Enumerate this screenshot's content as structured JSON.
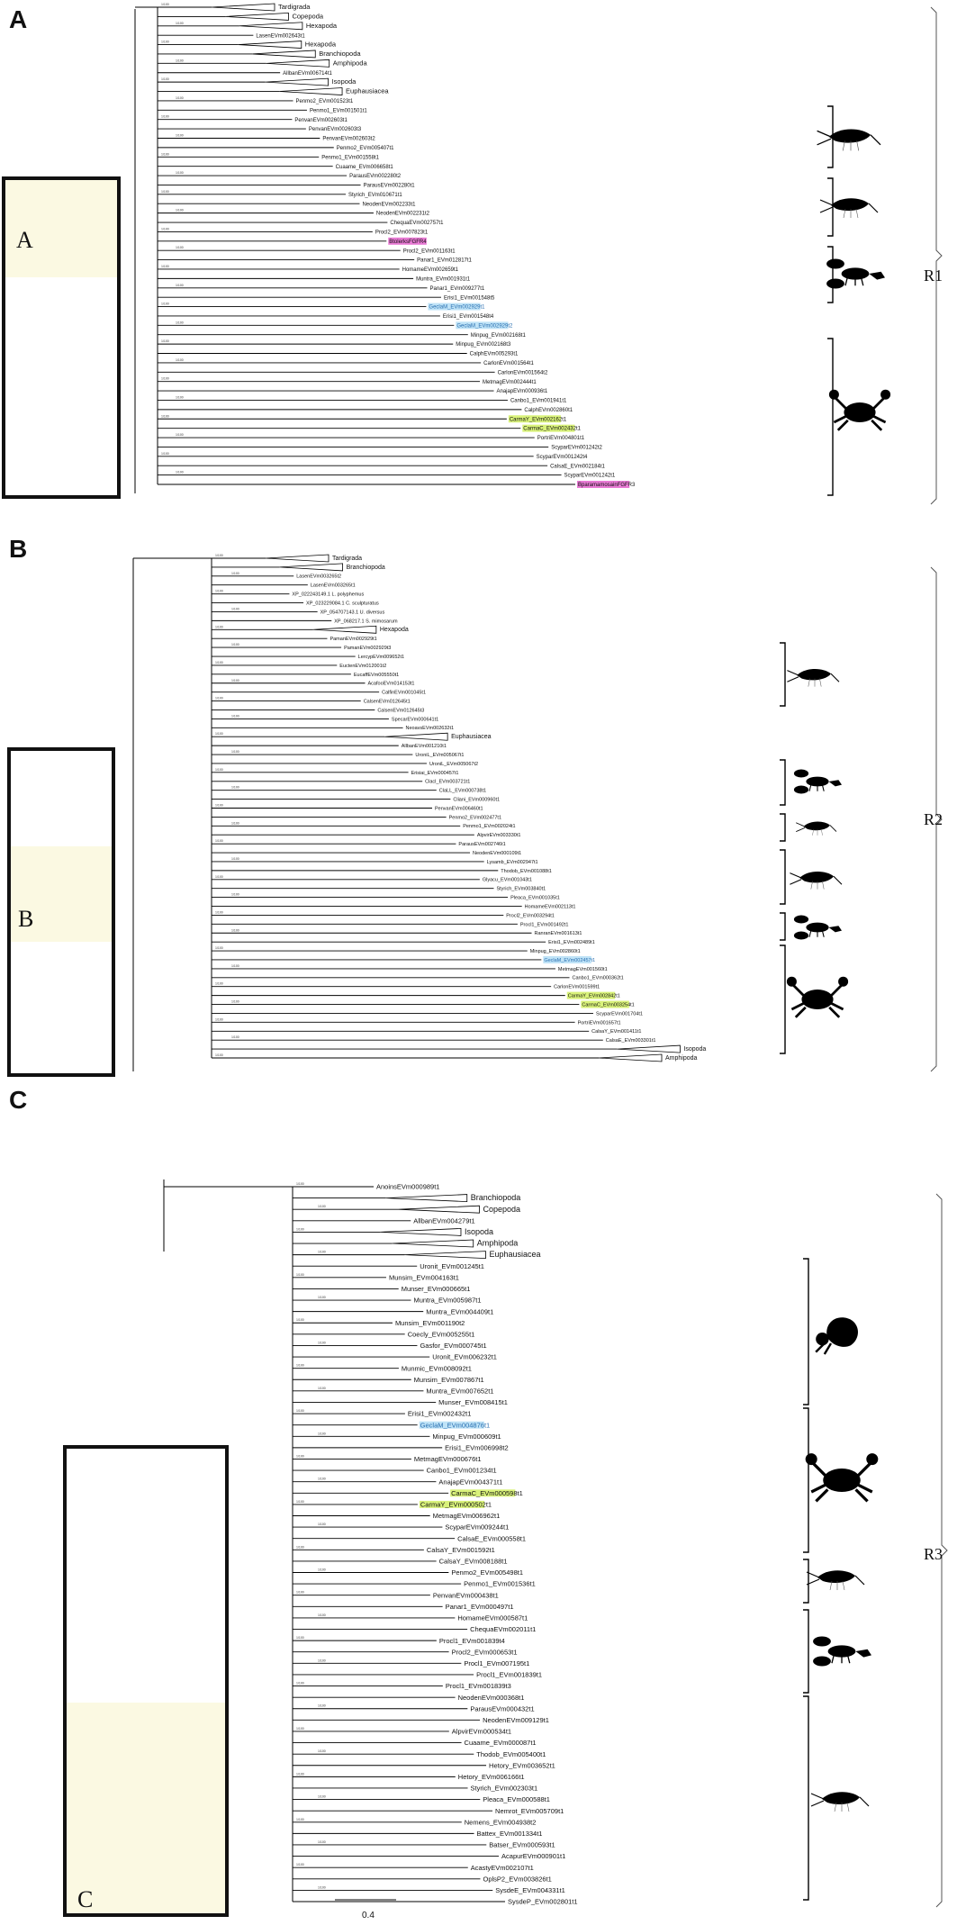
{
  "panels": {
    "a": {
      "letter": "A",
      "region": "R1",
      "thumb_letter": "A",
      "tips": [
        "Tardigrada",
        "Copepoda",
        "Hexapoda",
        "LasenEVm002643t1",
        "Hexapoda",
        "Branchiopoda",
        "Amphipoda",
        "AllbanEVm006714t1",
        "Isopoda",
        "Euphausiacea",
        "Penmo2_EVm001523t1",
        "Penmo1_EVm001501t1",
        "PenvanEVm002603t1",
        "PenvanEVm002603t3",
        "PenvanEVm002603t2",
        "Penmo2_EVm005407t1",
        "Penmo1_EVm001558t1",
        "Cuaame_EVm006658t1",
        "ParausEVm002280t2",
        "ParausEVm002280t1",
        "Styrich_EVm010671t1",
        "NeodenEVm002233t1",
        "NeodenEVm002231t2",
        "ChequaEVm002757t1",
        "Procl2_EVm007823t1",
        "BtolerksFGFR4",
        "Procl2_EVm001163t1",
        "Panar1_EVm012817t1",
        "HomameEVm002659t1",
        "Muntra_EVm001931t1",
        "Panar1_EVm009277t1",
        "Erisi1_EVm001548t5",
        "GeclaM_EVm002929t1",
        "Erisi1_EVm001548t4",
        "GeclaM_EVm002929t2",
        "Minpug_EVm002168t1",
        "Minpug_EVm002168t3",
        "CalphEVm005293t1",
        "CarlonEVm001564t1",
        "CarlonEVm001564t2",
        "MetmagEVm002444t1",
        "AnajapEVm000936t1",
        "Canbo1_EVm001941t1",
        "CalphEVm002860t1",
        "CarmaY_EVm002162t1",
        "CarmaC_EVm002432t1",
        "PortriEVm004801t1",
        "ScyparEVm001242t2",
        "ScyparEVm001242t4",
        "CalsaE_EVm002184t1",
        "ScyparEVm001242t1",
        "BparamamosainFGFR3"
      ]
    },
    "b": {
      "letter": "B",
      "region": "R2",
      "thumb_letter": "B",
      "tips": [
        "Tardigrada",
        "Branchiopoda",
        "LasenEVm003265t2",
        "LasenEVm003265t1",
        "XP_022243149.1 L. polyphemus",
        "XP_023229084.1 C. sculpturatus",
        "XP_054707143.1 U. diversus",
        "XP_068217.1 S. mimosarum",
        "Hexapoda",
        "PamanEVm002929t1",
        "PamanEVm002929t3",
        "LercypEVm009652t1",
        "EuctenEVm012001t2",
        "EucaffEVm005550t1",
        "AcafooEVm014153t1",
        "CalfinEVm001045t1",
        "CalsenEVm012645t1",
        "CalsenEVm012645t3",
        "SpecarEVm000641t1",
        "NeoavsEVm002632t1",
        "Euphausiacea",
        "AllbanEVm001210t1",
        "UroniL_EVm005067t1",
        "UroniL_EVm005067t2",
        "Erisiai_EVm000457t1",
        "Clacl_EVm003721t1",
        "ClaLL_EVm000738t1",
        "Cliani_EVm000960t1",
        "PenvanEVm006460t1",
        "Penmo2_EVm002477t1",
        "Penmo1_EVm002024t1",
        "AlpvirEVm003330t1",
        "ParausEVm002746t1",
        "NeodenEVm000109t1",
        "Lysamb_EVm002947t1",
        "Thodob_EVm001088t1",
        "Glyacu_EVm001043t1",
        "Styrich_EVm003840t1",
        "Pleaca_EVm001035t1",
        "HomameEVm002113t1",
        "Procl2_EVm003294t1",
        "Procl1_EVm001492t1",
        "RanranEVm001613t1",
        "Erisi1_EVm002489t1",
        "Minpug_EVm002860t1",
        "GeclaM_EVm002457t1",
        "MetmagEVm001560t1",
        "Canbo1_EVm000362t1",
        "CarlonEVm001599t1",
        "CarmaY_EVm002842t1",
        "CarmaC_EVm003254t1",
        "ScyparEVm001704t1",
        "PortriEVm001657t1",
        "CalsaY_EVm001411t1",
        "CalsaE_EVm003301t1",
        "Isopoda",
        "Amphipoda"
      ]
    },
    "c": {
      "letter": "C",
      "region": "R3",
      "thumb_letter": "C",
      "tips": [
        "AnoinsEVm000989t1",
        "Branchiopoda",
        "Copepoda",
        "AllbanEVm004279t1",
        "Isopoda",
        "Amphipoda",
        "Euphausiacea",
        "Uronit_EVm001245t1",
        "Munsim_EVm004163t1",
        "Munser_EVm000665t1",
        "Muntra_EVm005987t1",
        "Muntra_EVm004409t1",
        "Munsim_EVm001190t2",
        "Coecly_EVm005255t1",
        "Gasfor_EVm000745t1",
        "Uronit_EVm006232t1",
        "Munmic_EVm008092t1",
        "Munsim_EVm007867t1",
        "Muntra_EVm007652t1",
        "Munser_EVm008415t1",
        "Erisi1_EVm002432t1",
        "GeclaM_EVm004876t1",
        "Minpug_EVm000609t1",
        "Erisi1_EVm006998t2",
        "MetmagEVm000676t1",
        "Canbo1_EVm001234t1",
        "AnajapEVm004371t1",
        "CarmaC_EVm000598t1",
        "CarmaY_EVm000502t1",
        "MetmagEVm006962t1",
        "ScyparEVm009244t1",
        "CalsaE_EVm000558t1",
        "CalsaY_EVm001592t1",
        "CalsaY_EVm008188t1",
        "Penmo2_EVm005498t1",
        "Penmo1_EVm001536t1",
        "PenvanEVm000438t1",
        "Panar1_EVm000497t1",
        "HomameEVm000587t1",
        "ChequaEVm002011t1",
        "Procl1_EVm001839t4",
        "Procl2_EVm000653t1",
        "Procl1_EVm007195t1",
        "Procl1_EVm001839t1",
        "Procl1_EVm001839t3",
        "NeodenEVm000368t1",
        "ParausEVm000432t1",
        "NeodenEVm009129t1",
        "AlpvirEVm000534t1",
        "Cuaame_EVm000087t1",
        "Thodob_EVm005400t1",
        "Hetory_EVm003652t1",
        "Hetory_EVm006166t1",
        "Styrich_EVm002303t1",
        "Pleaca_EVm000588t1",
        "Nemrot_EVm005709t1",
        "Nemens_EVm004938t2",
        "Battex_EVm001334t1",
        "Batser_EVm000593t1",
        "AcapurEVm000901t1",
        "AcastyEVm002107t1",
        "OplsP2_EVm003826t1",
        "SysdeE_EVm004331t1",
        "SysdeP_EVm002801t1"
      ],
      "scale_label": "0.4"
    }
  },
  "colors": {
    "blue": "#bfe3f7",
    "blue_text": "#2a6fb0",
    "green": "#d9f27a",
    "magenta": "#e87ad4",
    "thumb_bg": "#fbf9e2"
  },
  "silhouettes": [
    "shrimp-icon",
    "crayfish-icon",
    "crab-icon",
    "hermit-crab-icon",
    "lobster-icon"
  ]
}
